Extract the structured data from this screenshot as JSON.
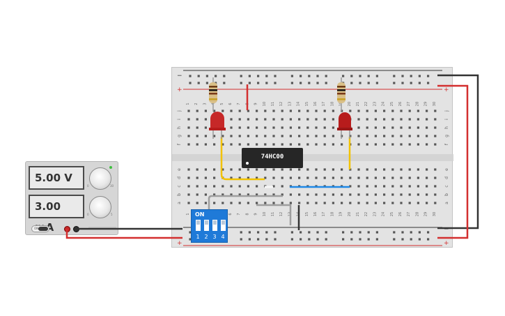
{
  "power_supply": {
    "voltage": "5.00 V",
    "current": "3.00 mA",
    "switch_label": "ON",
    "tick_labels": {
      "voltage_min": "0",
      "voltage_max": "30",
      "current_min": "0",
      "current_max": "5"
    }
  },
  "breadboard": {
    "column_numbers": [
      "1",
      "2",
      "3",
      "4",
      "5",
      "6",
      "7",
      "8",
      "9",
      "10",
      "11",
      "12",
      "13",
      "14",
      "15",
      "16",
      "17",
      "18",
      "19",
      "20",
      "21",
      "22",
      "23",
      "24",
      "25",
      "26",
      "27",
      "28",
      "29",
      "30"
    ],
    "rows_top": [
      "j",
      "i",
      "h",
      "g",
      "f"
    ],
    "rows_bottom": [
      "e",
      "d",
      "c",
      "b",
      "a"
    ],
    "rail_minus": "−",
    "rail_plus": "+"
  },
  "ic": {
    "label": "74HC00"
  },
  "dip_switch": {
    "on_label": "ON",
    "switch_numbers": [
      "1",
      "2",
      "3",
      "4"
    ]
  },
  "colors": {
    "wire_red": "#d32f2f",
    "wire_black": "#333333",
    "wire_yellow": "#f2c200",
    "wire_blue": "#1e88e5",
    "wire_gray": "#9e9e9e",
    "led_red": "#c62828",
    "dip_blue": "#1f7ad8",
    "rail_red": "#d32f2f"
  }
}
